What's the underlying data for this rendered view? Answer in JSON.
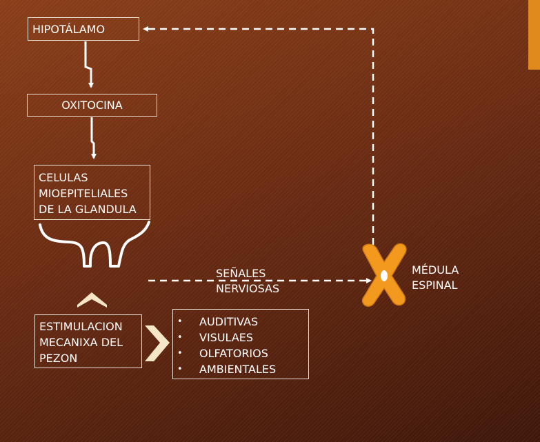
{
  "diagram": {
    "nodes": {
      "hipotalamo": "HIPOTÁLAMO",
      "oxitocina": "OXITOCINA",
      "celulas": "CELULAS MIOEPITELIALES DE LA GLANDULA",
      "estimulacion": "ESTIMULACION MECANIXA DEL PEZON",
      "medula": "MÉDULA ESPINAL",
      "senales": "SEÑALES NERVIOSAS"
    },
    "stimuli": [
      "AUDITIVAS",
      "VISULAES",
      "OLFATORIOS",
      "AMBIENTALES"
    ]
  },
  "colors": {
    "accent": "#e08a1e",
    "cross": "#f39a1e",
    "line": "#ffffff"
  }
}
